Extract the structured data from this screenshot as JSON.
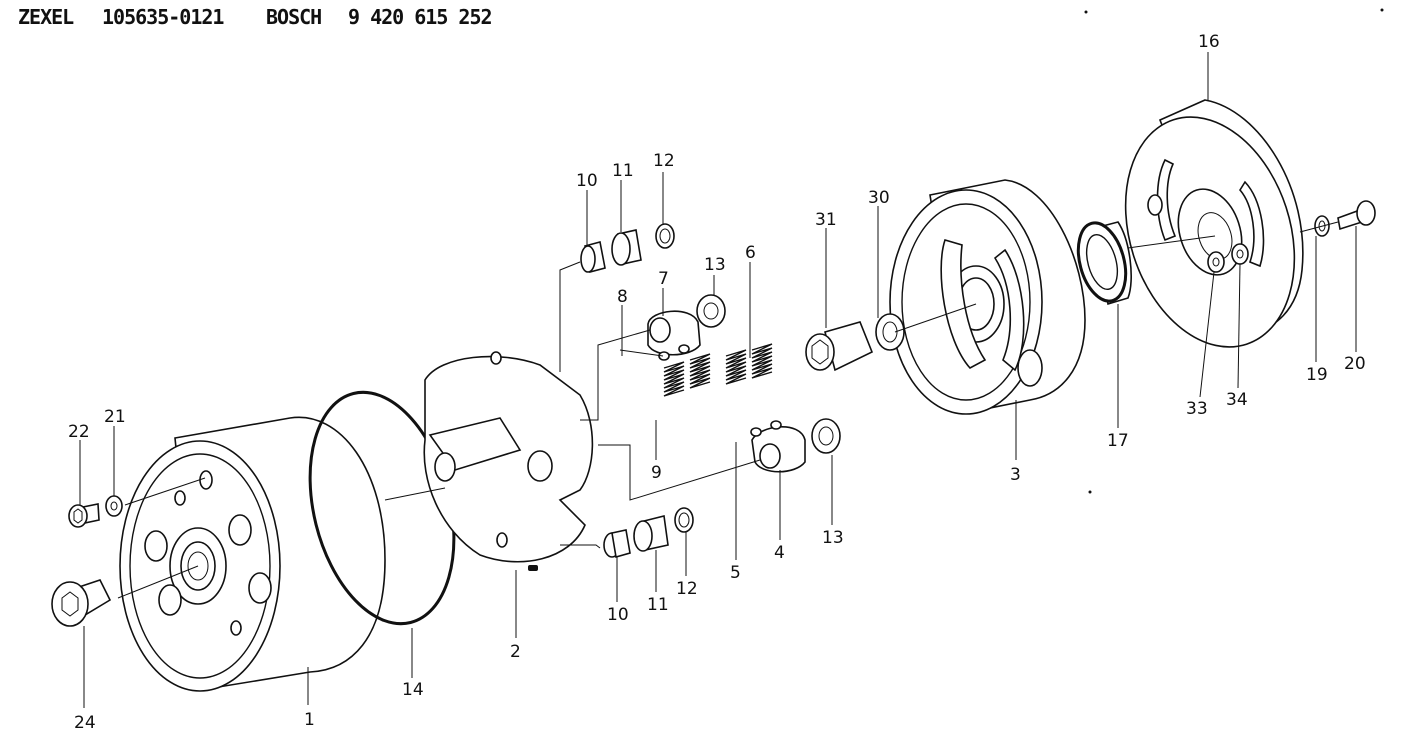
{
  "header": {
    "brand1": "ZEXEL",
    "part1": "105635-0121",
    "brand2": "BOSCH",
    "part2": "9 420 615 252"
  },
  "callouts": {
    "c1": "1",
    "c2": "2",
    "c3": "3",
    "c4": "4",
    "c5": "5",
    "c6": "6",
    "c7": "7",
    "c8": "8",
    "c9": "9",
    "c10a": "10",
    "c10b": "10",
    "c11a": "11",
    "c11b": "11",
    "c12a": "12",
    "c12b": "12",
    "c13a": "13",
    "c13b": "13",
    "c14": "14",
    "c16": "16",
    "c17": "17",
    "c19": "19",
    "c20": "20",
    "c21": "21",
    "c22": "22",
    "c24": "24",
    "c30": "30",
    "c31": "31",
    "c33": "33",
    "c34": "34"
  }
}
